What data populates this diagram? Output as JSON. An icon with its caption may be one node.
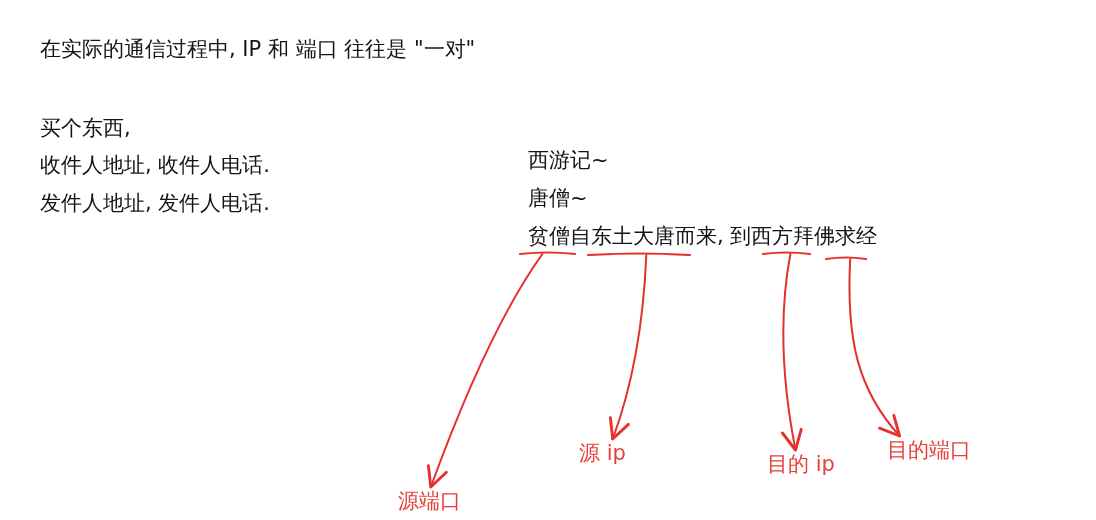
{
  "diagram": {
    "nodes": [
      {
        "text": [],
        "shape": "line"
      },
      {
        "text": [],
        "shape": "line"
      },
      {
        "text": [],
        "shape": "line"
      },
      {
        "text": [],
        "shape": "line"
      },
      {
        "text": [
          "源端口"
        ]
      },
      {
        "text": [
          "源 ip"
        ]
      },
      {
        "text": [
          "目的 ip"
        ]
      },
      {
        "text": [
          "目的端口"
        ]
      }
    ],
    "edges": [
      {
        "from": 0,
        "to": 4,
        "arrow": "to"
      },
      {
        "from": 1,
        "to": 5,
        "arrow": "to"
      },
      {
        "from": 2,
        "to": 6,
        "arrow": "to"
      },
      {
        "from": 3,
        "to": 7,
        "arrow": "to"
      }
    ],
    "labels": [
      "在实际的通信过程中, IP 和 端口 往往是 \"一对\"",
      "买个东西,",
      "收件人地址, 收件人电话.",
      "发件人地址, 发件人电话.",
      "西游记~",
      "唐僧~",
      "贫僧自东土大唐而来, 到西方拜佛求经"
    ]
  }
}
